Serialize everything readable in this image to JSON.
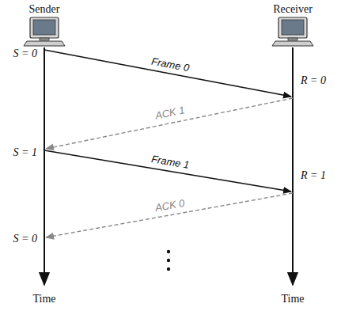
{
  "diagram": {
    "labels": [
      "Sender",
      "Receiver",
      "S = 0",
      "Frame 0",
      "R = 0",
      "ACK 1",
      "S = 1",
      "Frame 1",
      "R = 1",
      "ACK 0",
      "S = 0",
      "Time",
      "Time"
    ]
  }
}
